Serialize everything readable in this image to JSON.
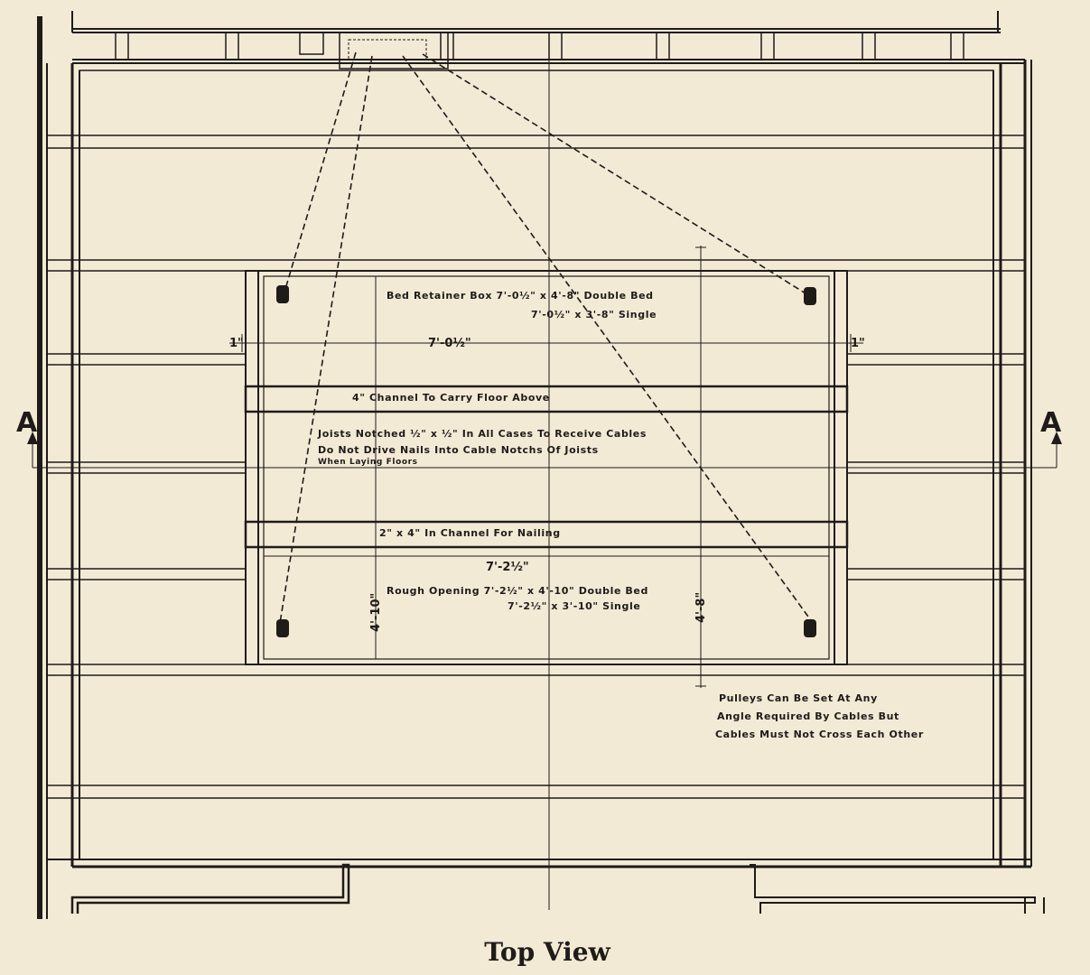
{
  "caption": "Top View",
  "section_marker": "A",
  "labels": {
    "retainer_1": "Bed Retainer Box 7'-0½\" x 4'-8\" Double Bed",
    "retainer_2": "7'-0½\" x 3'-8\" Single",
    "width_top": "7'-0½\"",
    "one_inch": "1\"",
    "channel": "4\" Channel To Carry Floor Above",
    "joists_1": "Joists Notched ½\" x ½\" In All Cases To Receive Cables",
    "joists_2": "Do Not Drive Nails Into Cable Notchs Of Joists",
    "joists_3": "When Laying Floors",
    "nailing": "2\" x 4\" In Channel For Nailing",
    "width_bottom": "7'-2½\"",
    "rough_1": "Rough Opening  7'-2½\" x 4'-10\" Double Bed",
    "rough_2": "7'-2½\" x 3'-10\" Single",
    "height_left": "4'-10\"",
    "height_right": "4'-8\"",
    "pulleys_1": "Pulleys Can Be Set At Any",
    "pulleys_2": "Angle Required By Cables But",
    "pulleys_3": "Cables Must Not Cross Each Other"
  },
  "colors": {
    "paper": "#f3ead6",
    "ink": "#1e1b18"
  }
}
